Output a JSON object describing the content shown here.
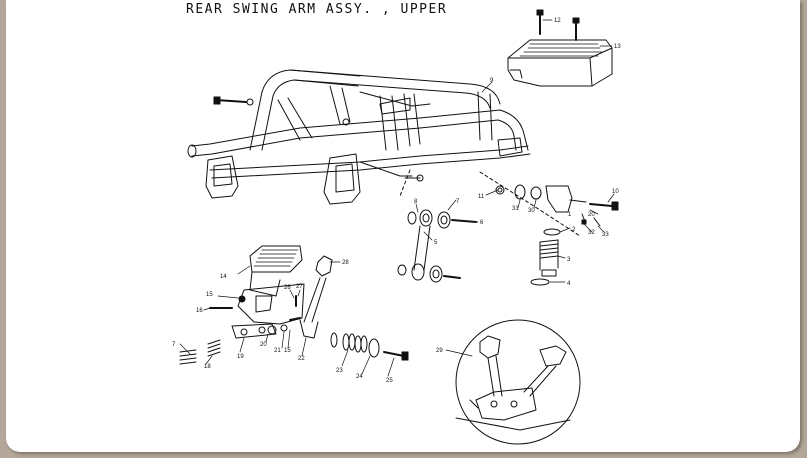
{
  "title": "REAR SWING ARM ASSY. , UPPER",
  "callouts": [
    {
      "id": "c1",
      "label": "1"
    },
    {
      "id": "c2",
      "label": "2"
    },
    {
      "id": "c3",
      "label": "3"
    },
    {
      "id": "c4",
      "label": "4"
    },
    {
      "id": "c5",
      "label": "5"
    },
    {
      "id": "c6",
      "label": "6"
    },
    {
      "id": "c7",
      "label": "7"
    },
    {
      "id": "c8",
      "label": "8"
    },
    {
      "id": "c9",
      "label": "9"
    },
    {
      "id": "c10",
      "label": "10"
    },
    {
      "id": "c11",
      "label": "11"
    },
    {
      "id": "c12",
      "label": "12"
    },
    {
      "id": "c13",
      "label": "13"
    },
    {
      "id": "c14",
      "label": "14"
    },
    {
      "id": "c15a",
      "label": "15"
    },
    {
      "id": "c15b",
      "label": "15"
    },
    {
      "id": "c16",
      "label": "16"
    },
    {
      "id": "c18",
      "label": "18"
    },
    {
      "id": "c19",
      "label": "19"
    },
    {
      "id": "c20",
      "label": "20"
    },
    {
      "id": "c21",
      "label": "21"
    },
    {
      "id": "c22",
      "label": "22"
    },
    {
      "id": "c23",
      "label": "23"
    },
    {
      "id": "c24",
      "label": "24"
    },
    {
      "id": "c25",
      "label": "25"
    },
    {
      "id": "c26",
      "label": "26"
    },
    {
      "id": "c27",
      "label": "27"
    },
    {
      "id": "c28",
      "label": "28"
    },
    {
      "id": "c29",
      "label": "29"
    },
    {
      "id": "c30",
      "label": "30"
    },
    {
      "id": "c31",
      "label": "31"
    },
    {
      "id": "c32",
      "label": "32"
    },
    {
      "id": "c33",
      "label": "33"
    }
  ]
}
